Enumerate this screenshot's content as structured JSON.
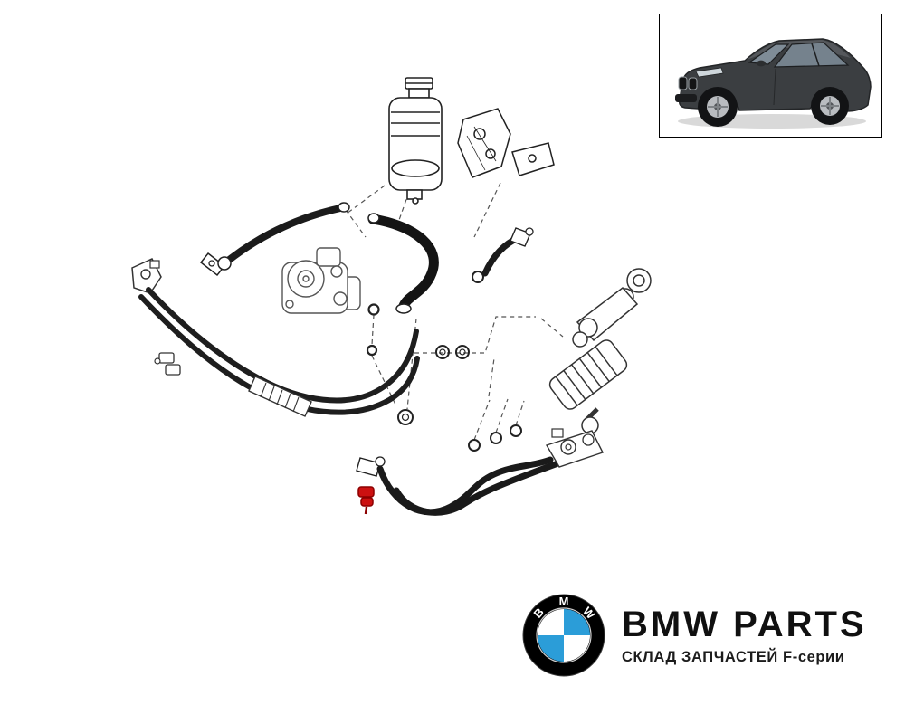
{
  "branding": {
    "title": "BMW PARTS",
    "subtitle": "СКЛАД ЗАПЧАСТЕЙ F-серии",
    "logo_letters": [
      "B",
      "M",
      "W"
    ],
    "logo_blue": "#2b9dd8",
    "logo_ring_color": "#000000"
  },
  "diagram": {
    "highlight_color": "#cc1111",
    "line_color": "#1c1c1c"
  },
  "thumbnail": {
    "border_color": "#000000"
  }
}
